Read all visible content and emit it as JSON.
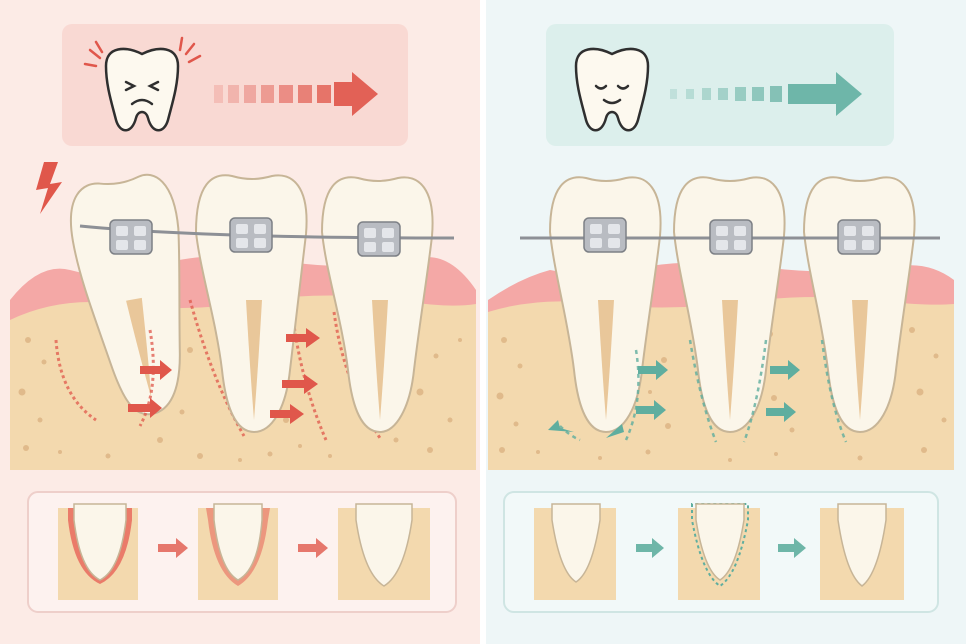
{
  "panels": [
    {
      "id": "left",
      "variant": "rapid-force",
      "mood_icon": "wincing-tooth-icon",
      "progress_icon": "fast-arrow-icon",
      "accent": "#e0574b",
      "panel_bg": "#fcebe6",
      "banner_bg": "#f9d9d3",
      "sequence_border": "#eecfca"
    },
    {
      "id": "right",
      "variant": "gentle-force",
      "mood_icon": "calm-tooth-icon",
      "progress_icon": "steady-arrow-icon",
      "accent": "#5fae9f",
      "panel_bg": "#eef6f7",
      "banner_bg": "#dcefec",
      "sequence_border": "#cfe5e3"
    }
  ],
  "colors": {
    "enamel": "#fbf6ea",
    "tooth_outline": "#c7b597",
    "root_canal": "#e9c79a",
    "bone": "#f3d9ae",
    "bone_pore": "#ddb585",
    "gum": "#f3a3a2",
    "gum_light": "#f8c4bf",
    "bracket": "#b9bcc2",
    "wire": "#8d9096",
    "strain_mark": "#e0574b"
  }
}
